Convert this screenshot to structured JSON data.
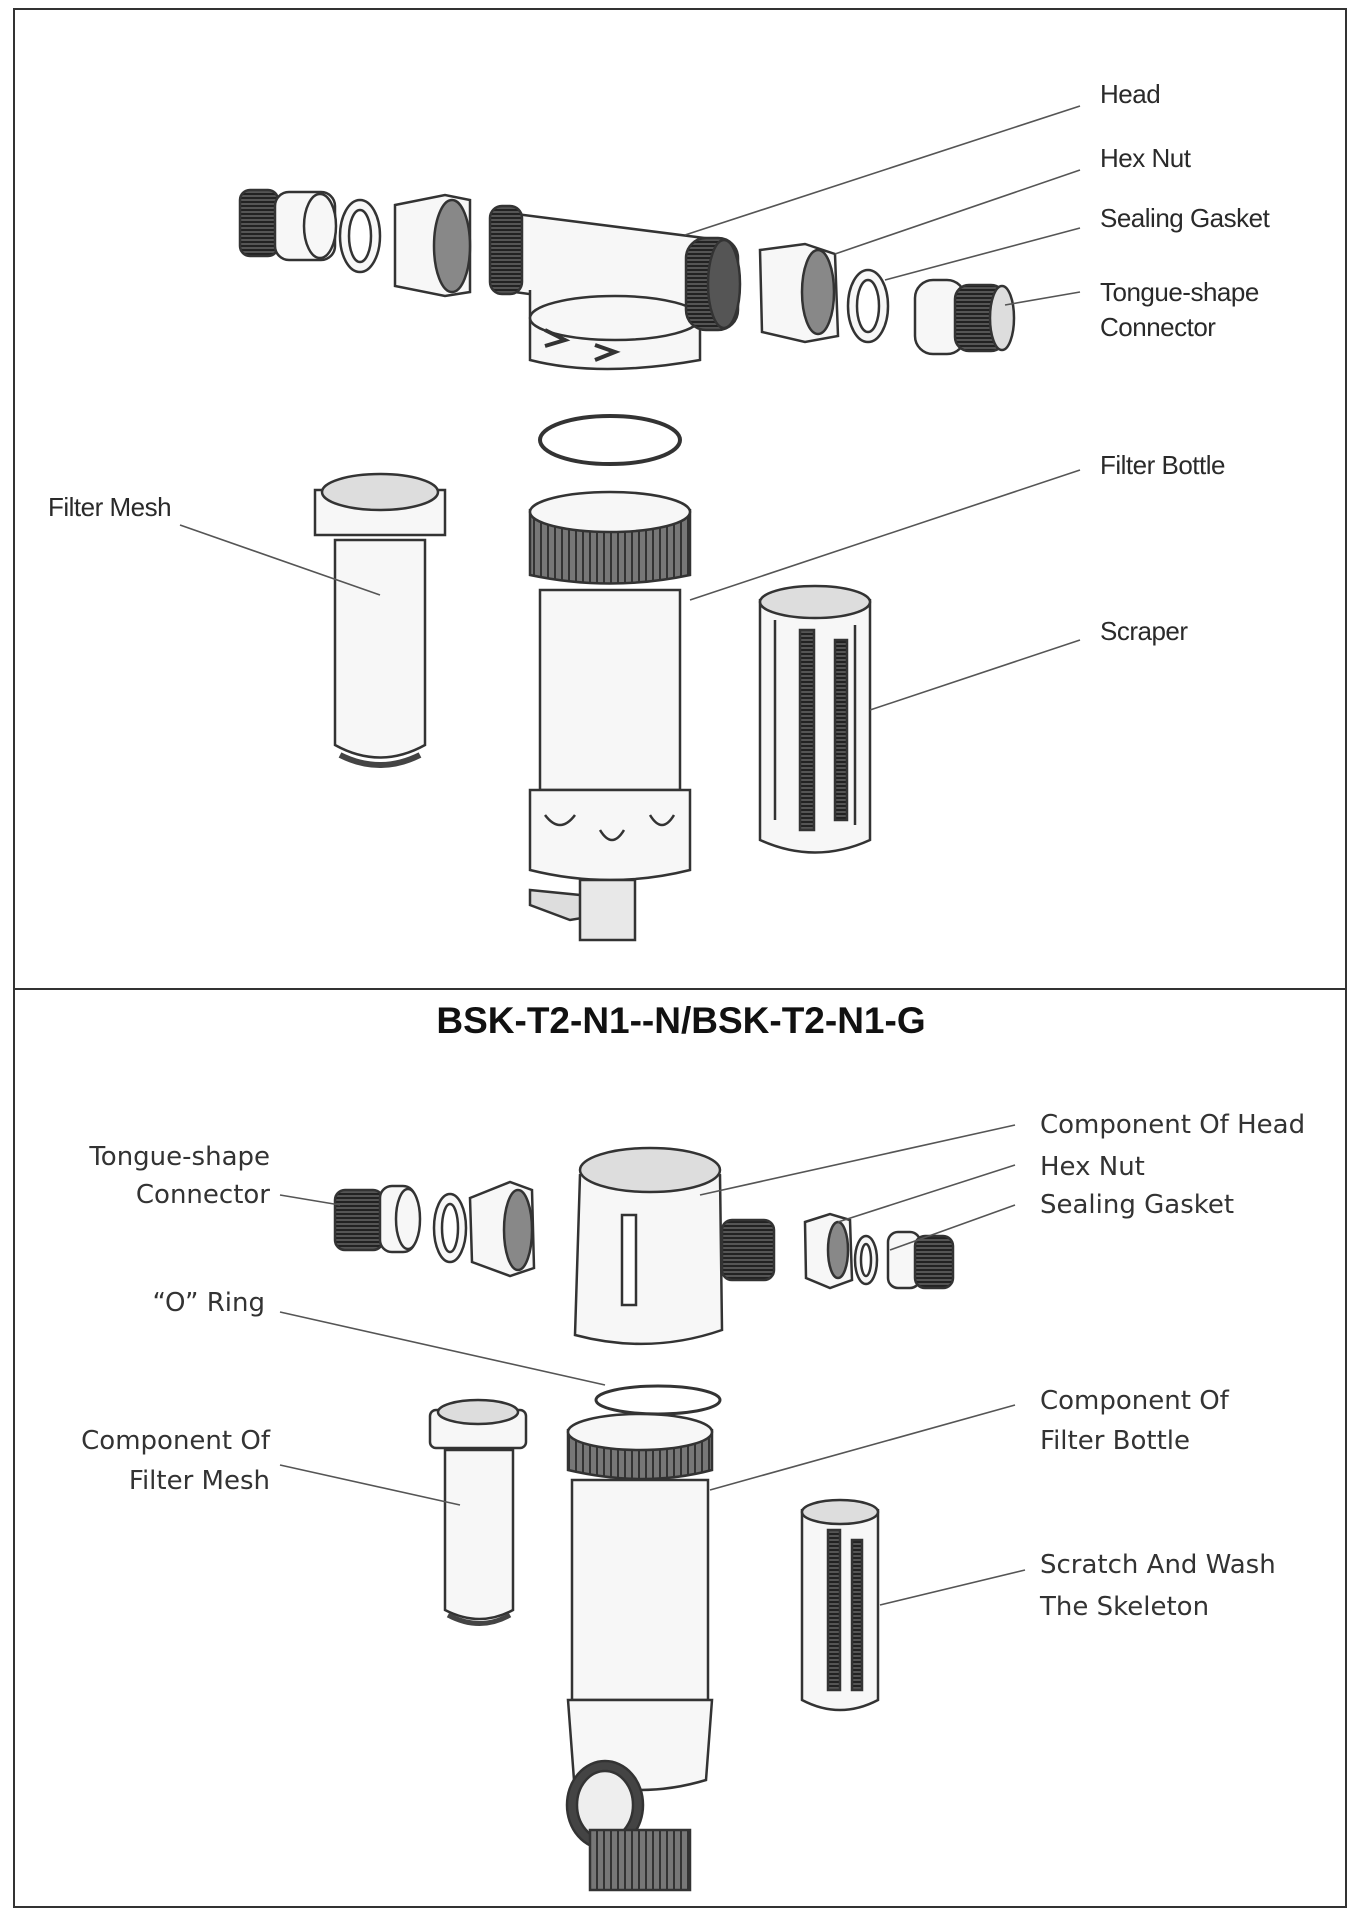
{
  "top": {
    "labels": {
      "head": "Head",
      "hex_nut": "Hex Nut",
      "sealing_gasket": "Sealing Gasket",
      "tongue_line1": "Tongue-shape",
      "tongue_line2": "Connector",
      "filter_bottle": "Filter Bottle",
      "filter_mesh": "Filter Mesh",
      "scraper": "Scraper"
    }
  },
  "model_title": "BSK-T2-N1--N/BSK-T2-N1-G",
  "bottom": {
    "labels": {
      "tongue_line1": "Tongue-shape",
      "tongue_line2": "Connector",
      "head_line1": "Component Of Head",
      "hex_nut": "Hex Nut",
      "sealing_gasket": "Sealing Gasket",
      "o_ring": "“O” Ring",
      "bottle_line1": "Component Of",
      "bottle_line2": "Filter Bottle",
      "mesh_line1": "Component Of",
      "mesh_line2": "Filter Mesh",
      "skeleton_line1": "Scratch And Wash",
      "skeleton_line2": "The Skeleton"
    }
  },
  "colors": {
    "line": "#333333",
    "shade": "#cfcfcf",
    "fill": "#f7f7f7"
  }
}
